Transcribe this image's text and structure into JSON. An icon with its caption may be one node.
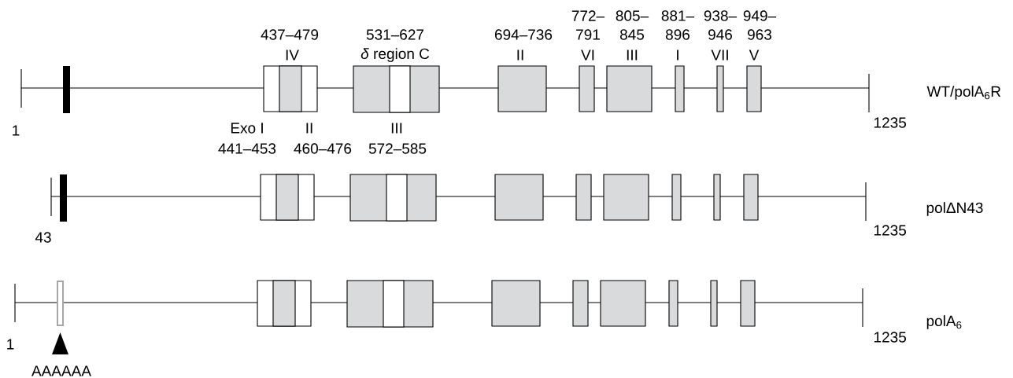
{
  "diagram": {
    "labels": [
      "772–",
      "805–",
      "881–",
      "938–",
      "949–",
      "437–479",
      "531–627",
      "694–736",
      "791",
      "845",
      "896",
      "946",
      "963",
      "IV",
      "*δ* region C",
      "II",
      "VI",
      "III",
      "I",
      "VII",
      "V",
      "WT/polA$_{6}$R",
      "1235",
      "1",
      "Exo I",
      "II",
      "III",
      "441–453",
      "460–476",
      "572–585",
      "polΔN43",
      "1235",
      "43",
      "polA$_{6}$",
      "1235",
      "1",
      "AAAAAA"
    ]
  }
}
